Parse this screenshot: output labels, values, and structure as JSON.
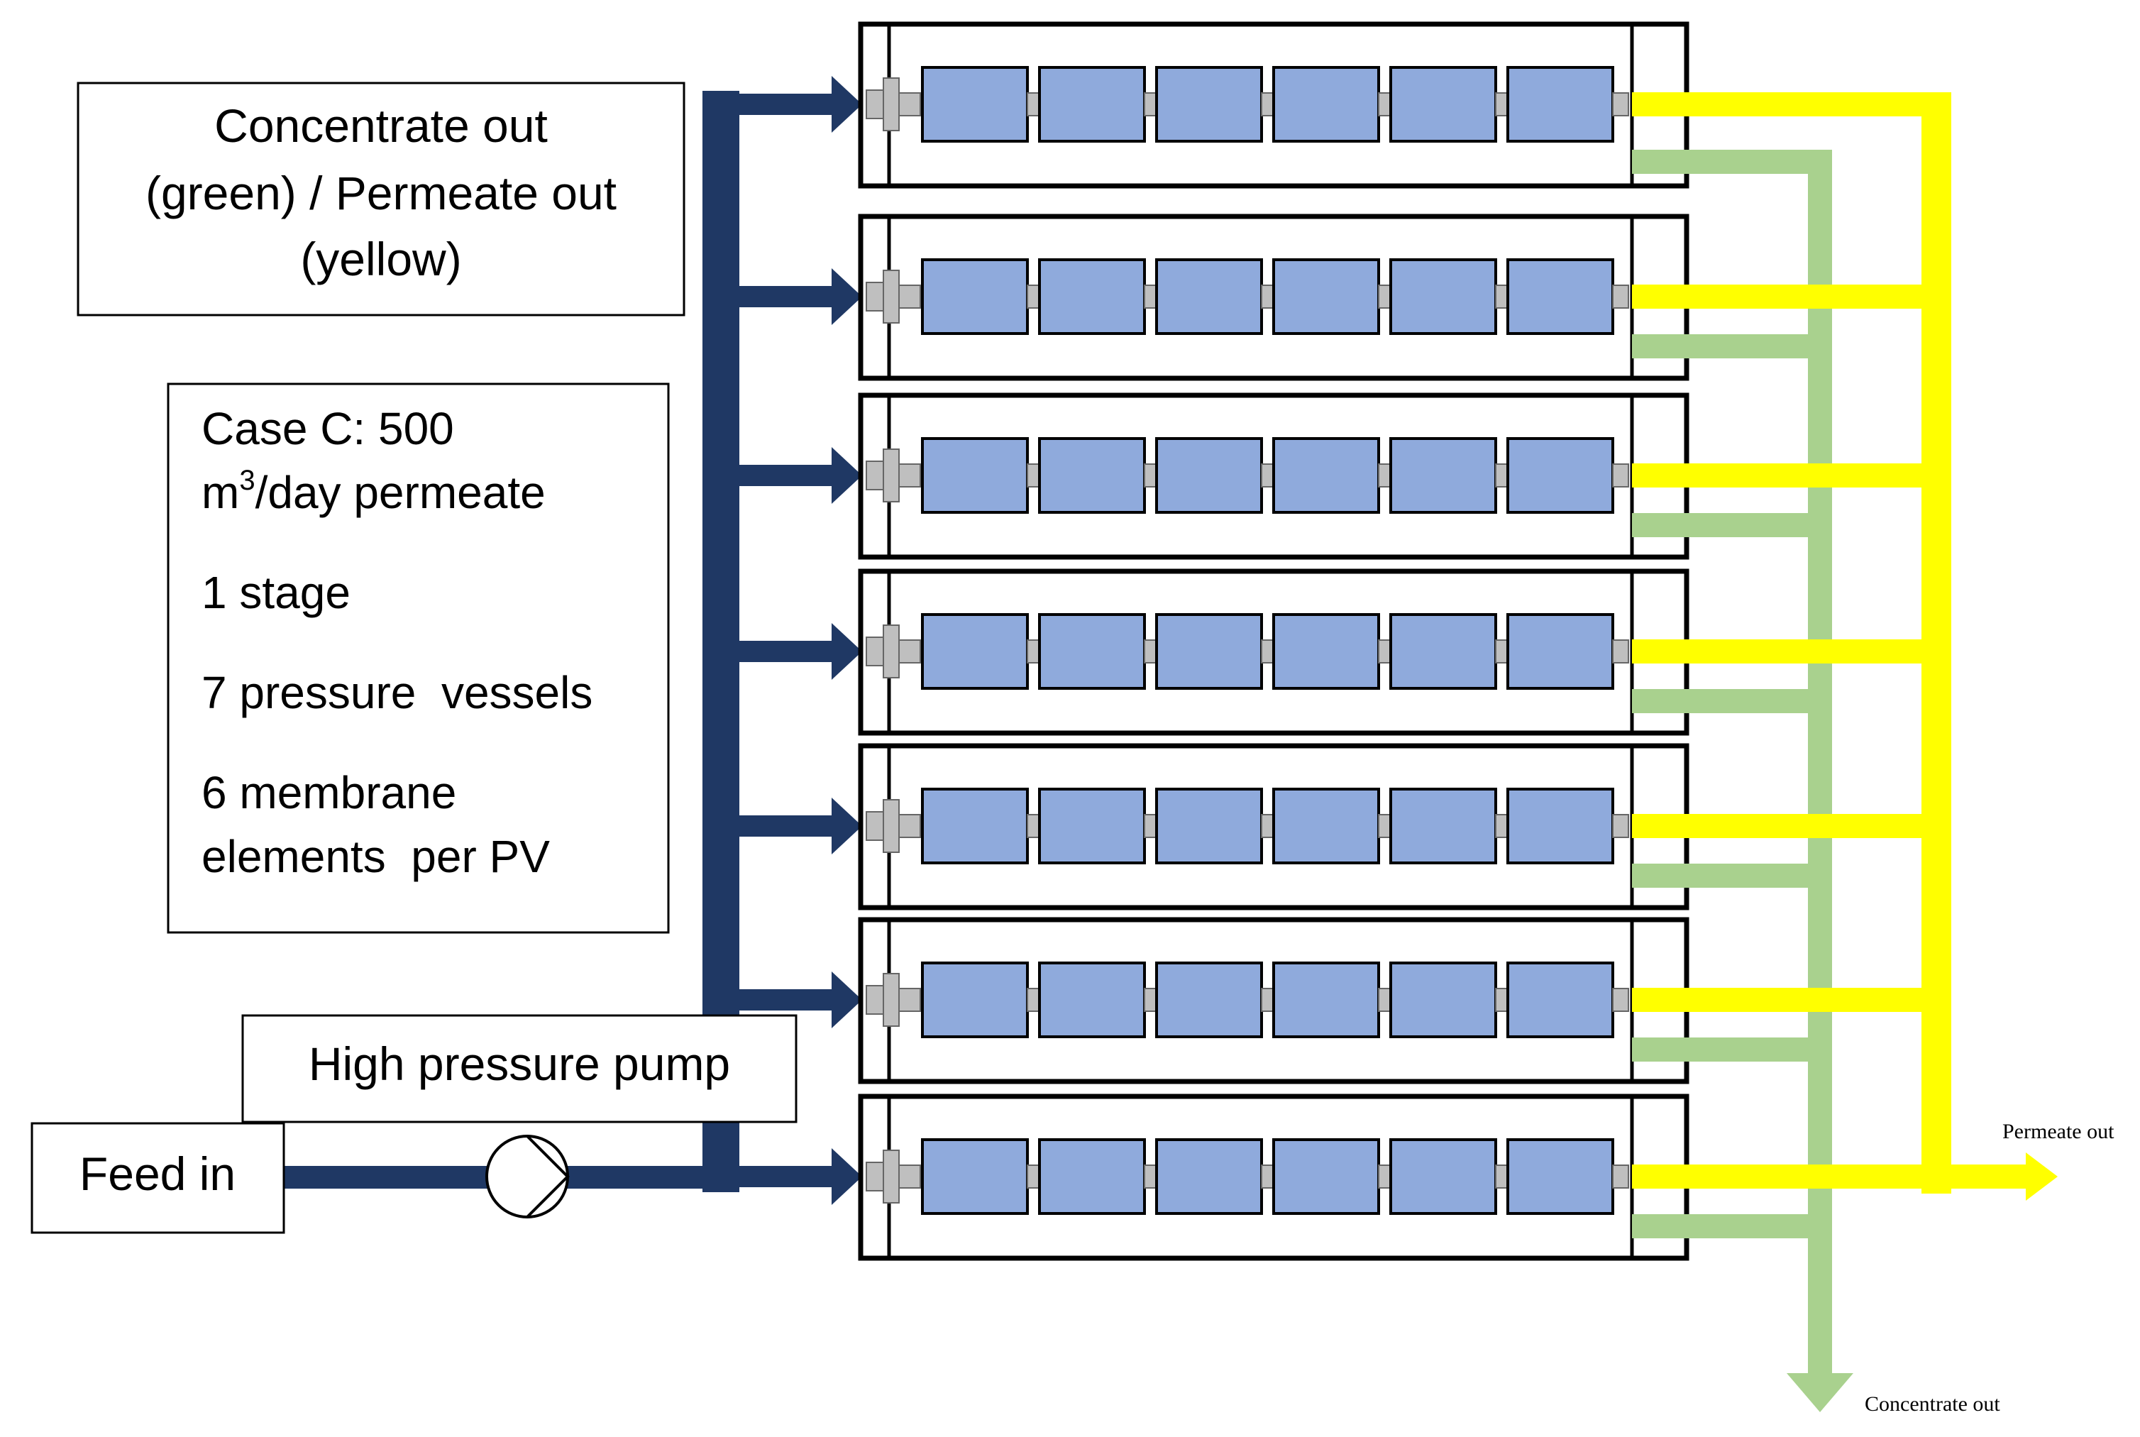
{
  "legend_box": {
    "line1": "Concentrate out",
    "line2": "(green) / Permeate out",
    "line3": "(yellow)"
  },
  "case_box": {
    "title_line1": "Case C: 500",
    "title_line2_prefix": "m",
    "title_line2_sup": "3",
    "title_line2_suffix": "/day permeate",
    "stages": "1 stage",
    "vessels": "7 pressure  vessels",
    "elements_line1": "6 membrane",
    "elements_line2": "elements  per PV"
  },
  "pump_label": "High pressure pump",
  "feed_label": "Feed in",
  "permeate_out_label": "Permeate out",
  "concentrate_out_label": "Concentrate out",
  "pressure_vessel_count": 7,
  "elements_per_vessel": 6,
  "colors": {
    "feed_pipe": "#1f3864",
    "permeate_pipe": "#ffff00",
    "concentrate_pipe": "#a9d18e",
    "membrane_element": "#8faadc",
    "connector": "#bfbfbf",
    "outline": "#000000"
  }
}
